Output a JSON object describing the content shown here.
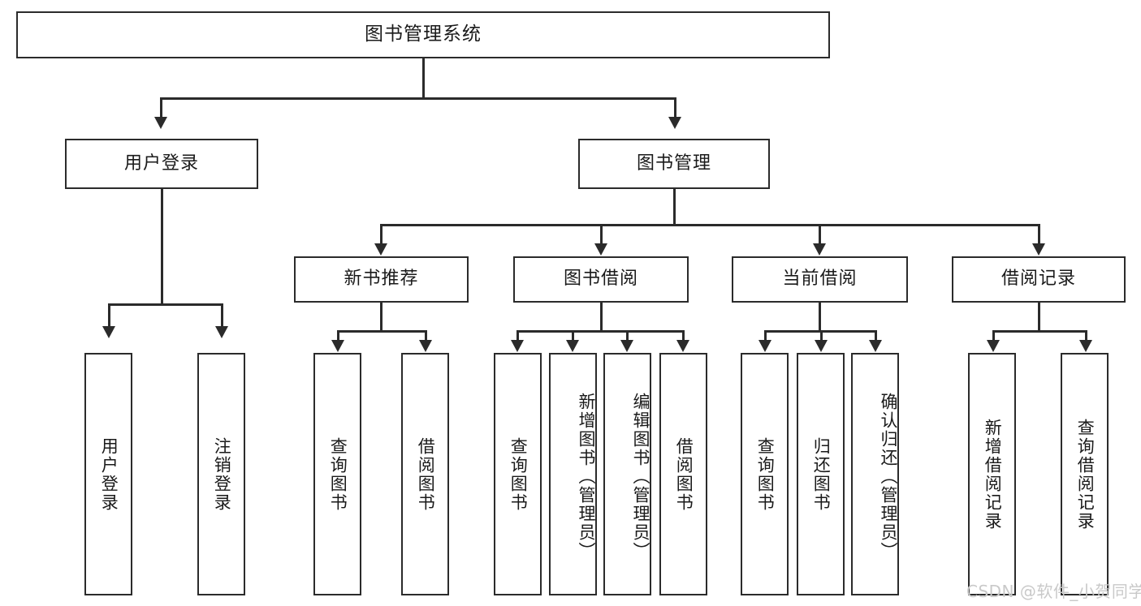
{
  "diagram": {
    "type": "tree-hierarchy",
    "title": "图书管理系统",
    "root": {
      "label": "图书管理系统",
      "level": 1
    },
    "level2": [
      {
        "label": "用户登录"
      },
      {
        "label": "图书管理"
      }
    ],
    "level3": [
      {
        "label": "新书推荐"
      },
      {
        "label": "图书借阅"
      },
      {
        "label": "当前借阅"
      },
      {
        "label": "借阅记录"
      }
    ],
    "leaves": {
      "user_login": [
        {
          "label": "用户登录"
        },
        {
          "label": "注销登录"
        }
      ],
      "new_book_recommend": [
        {
          "label": "查询图书"
        },
        {
          "label": "借阅图书"
        }
      ],
      "book_borrow": [
        {
          "label": "查询图书"
        },
        {
          "label": "新增图书（管理员）"
        },
        {
          "label": "编辑图书（管理员）"
        },
        {
          "label": "借阅图书"
        }
      ],
      "current_borrow": [
        {
          "label": "查询图书"
        },
        {
          "label": "归还图书"
        },
        {
          "label": "确认归还（管理员）"
        }
      ],
      "borrow_record": [
        {
          "label": "新增借阅记录"
        },
        {
          "label": "查询借阅记录"
        }
      ]
    }
  },
  "watermark": {
    "text": "CSDN @软件_小贺同学"
  },
  "colors": {
    "stroke": "#2b2b2b",
    "background": "#ffffff",
    "text": "#1a1a1a",
    "watermark": "#c9c9c9"
  }
}
